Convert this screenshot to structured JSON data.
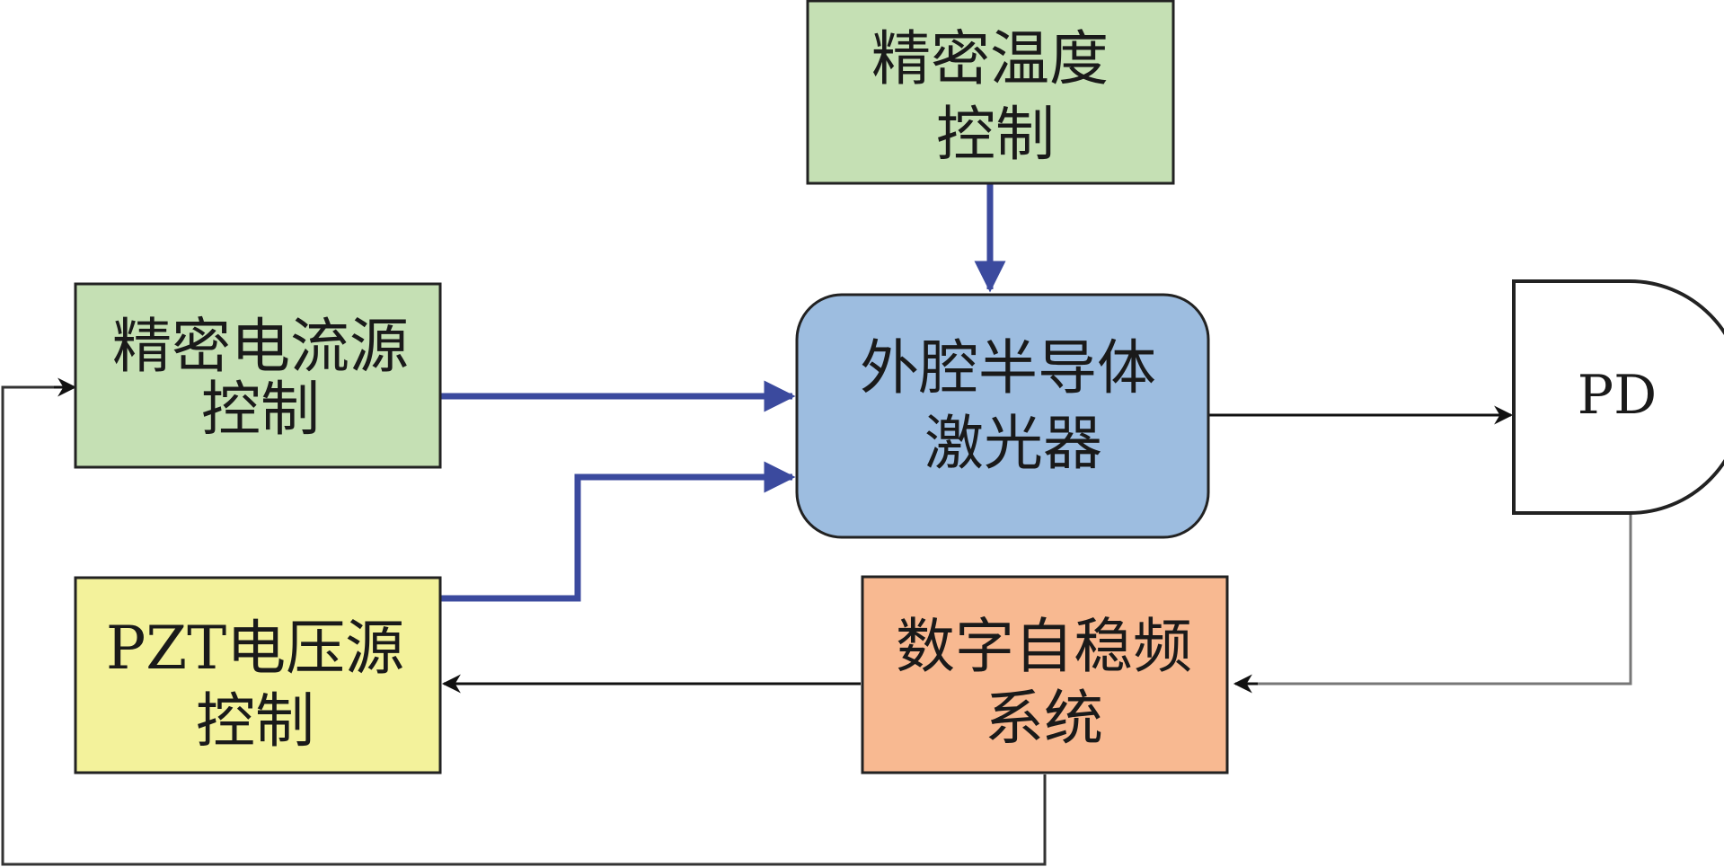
{
  "diagram": {
    "nodes": {
      "temp_control": {
        "lines": [
          "精密温度",
          "控制"
        ],
        "fill": "#c5e0b4"
      },
      "current_control": {
        "lines": [
          "精密电流源",
          "控制"
        ],
        "fill": "#c5e0b4"
      },
      "pzt_control": {
        "lines": [
          "PZT电压源",
          "控制"
        ],
        "fill": "#f3f29b"
      },
      "laser": {
        "lines": [
          "外腔半导体",
          "激光器"
        ],
        "fill": "#9dbde0"
      },
      "photodetector": {
        "lines": [
          "PD"
        ],
        "fill": "#ffffff"
      },
      "freq_stabilizer": {
        "lines": [
          "数字自稳频",
          "系统"
        ],
        "fill": "#f8b991"
      }
    },
    "colors": {
      "drive_arrow": "#3b4a9e",
      "signal_arrow": "#111111",
      "feedback_line": "#777777",
      "border": "#222222"
    },
    "edges": [
      {
        "from": "temp_control",
        "to": "laser",
        "kind": "drive"
      },
      {
        "from": "current_control",
        "to": "laser",
        "kind": "drive"
      },
      {
        "from": "pzt_control",
        "to": "laser",
        "kind": "drive"
      },
      {
        "from": "laser",
        "to": "photodetector",
        "kind": "signal"
      },
      {
        "from": "photodetector",
        "to": "freq_stabilizer",
        "kind": "signal"
      },
      {
        "from": "freq_stabilizer",
        "to": "pzt_control",
        "kind": "signal"
      },
      {
        "from": "freq_stabilizer",
        "to": "current_control",
        "kind": "signal"
      }
    ]
  }
}
